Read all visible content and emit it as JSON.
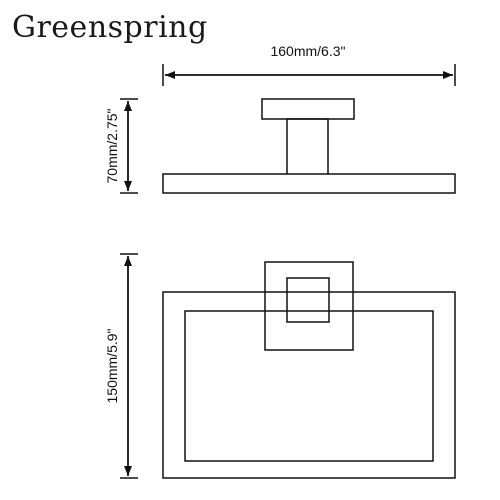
{
  "brand": {
    "name": "Greenspring"
  },
  "dimensions": {
    "width_label": "160mm/6.3\"",
    "side_height_label": "70mm/2.75\"",
    "front_height_label": "150mm/5.9\""
  }
}
